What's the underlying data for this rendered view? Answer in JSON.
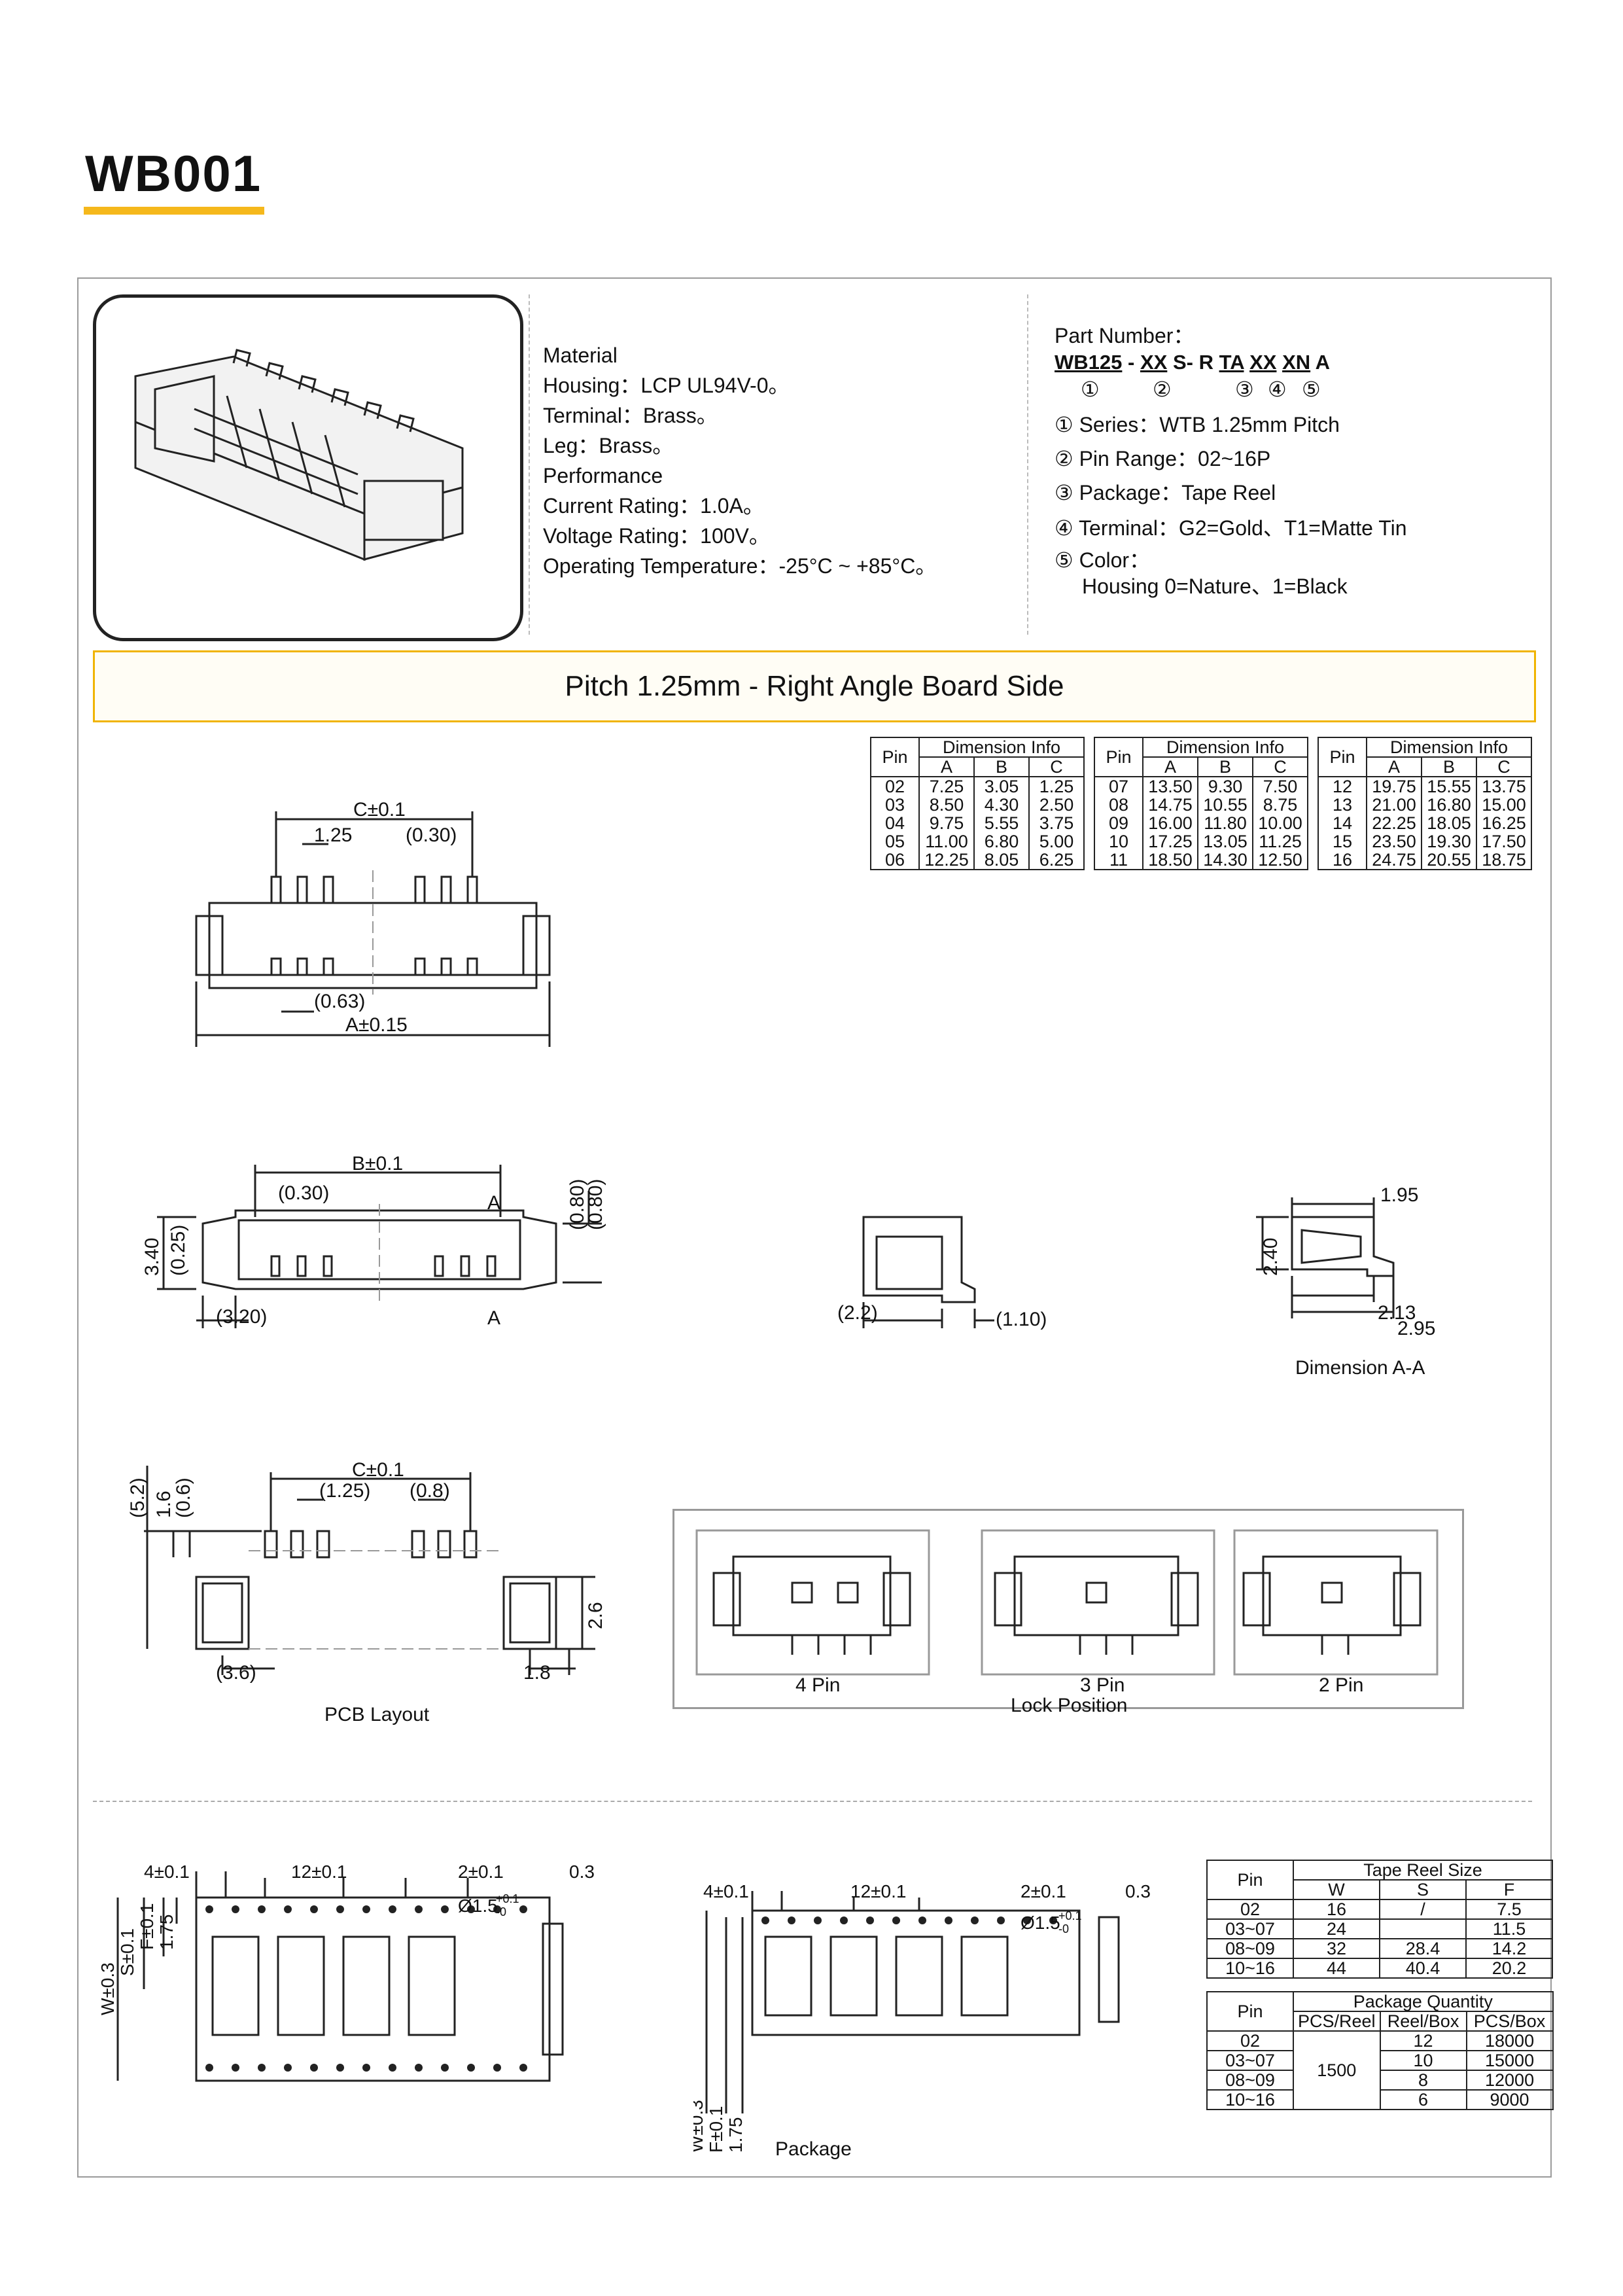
{
  "title": "WB001",
  "material": {
    "heading": "Material",
    "housing": "Housing：LCP UL94V-0。",
    "terminal": "Terminal：Brass。",
    "leg": "Leg：Brass。"
  },
  "performance": {
    "heading": "Performance",
    "current": "Current Rating：1.0A。",
    "voltage": "Voltage Rating：100V。",
    "temperature": "Operating Temperature：-25°C ~ +85°C。"
  },
  "part_number": {
    "heading": "Part Number：",
    "code_parts": [
      "WB125",
      "-",
      "XX",
      "S-",
      "R",
      "TA",
      "XX",
      "XN",
      "A"
    ],
    "markers": [
      "①",
      "②",
      "③",
      "④",
      "⑤"
    ],
    "series": "① Series：WTB 1.25mm Pitch",
    "pin_range": "② Pin Range：02~16P",
    "package": "③ Package：Tape Reel",
    "terminal": "④ Terminal：G2=Gold、T1=Matte Tin",
    "color": "⑤ Color：",
    "housing_color": "Housing 0=Nature、1=Black"
  },
  "banner": "Pitch 1.25mm - Right Angle Board Side",
  "dimension_tables": {
    "pin_header": "Pin",
    "group_header": "Dimension Info",
    "cols": [
      "A",
      "B",
      "C"
    ],
    "tables": [
      [
        [
          "02",
          "7.25",
          "3.05",
          "1.25"
        ],
        [
          "03",
          "8.50",
          "4.30",
          "2.50"
        ],
        [
          "04",
          "9.75",
          "5.55",
          "3.75"
        ],
        [
          "05",
          "11.00",
          "6.80",
          "5.00"
        ],
        [
          "06",
          "12.25",
          "8.05",
          "6.25"
        ]
      ],
      [
        [
          "07",
          "13.50",
          "9.30",
          "7.50"
        ],
        [
          "08",
          "14.75",
          "10.55",
          "8.75"
        ],
        [
          "09",
          "16.00",
          "11.80",
          "10.00"
        ],
        [
          "10",
          "17.25",
          "13.05",
          "11.25"
        ],
        [
          "11",
          "18.50",
          "14.30",
          "12.50"
        ]
      ],
      [
        [
          "12",
          "19.75",
          "15.55",
          "13.75"
        ],
        [
          "13",
          "21.00",
          "16.80",
          "15.00"
        ],
        [
          "14",
          "22.25",
          "18.05",
          "16.25"
        ],
        [
          "15",
          "23.50",
          "19.30",
          "17.50"
        ],
        [
          "16",
          "24.75",
          "20.55",
          "18.75"
        ]
      ]
    ]
  },
  "drawings": {
    "top": {
      "c": "C±0.1",
      "pitch": "1.25",
      "gap": "(0.30)",
      "offset": "(0.63)",
      "a": "A±0.15"
    },
    "front": {
      "b": "B±0.1",
      "gap": "(0.30)",
      "h1": "(0.80)",
      "h2": "(0.80)",
      "height": "3.40",
      "h3": "(0.25)",
      "w": "(3.20)",
      "sec": "A"
    },
    "side": {
      "d1": "(2.2)",
      "d2": "(1.10)"
    },
    "section": {
      "d1": "1.95",
      "d2": "2.40",
      "d3": "2.13",
      "d4": "2.95",
      "caption": "Dimension A-A"
    },
    "pcb": {
      "c": "C±0.1",
      "pitch": "(1.25)",
      "pad": "(0.8)",
      "v1": "(5.2)",
      "v2": "1.6",
      "v3": "(0.6)",
      "h": "2.6",
      "w1": "(3.6)",
      "w2": "1.8",
      "caption": "PCB Layout"
    },
    "lock": {
      "labels": [
        "4 Pin",
        "3 Pin",
        "2 Pin"
      ],
      "caption": "Lock Position"
    }
  },
  "tape_left": {
    "d1": "4±0.1",
    "d2": "12±0.1",
    "d3": "2±0.1",
    "d4": "0.3",
    "hole": "Ø1.5",
    "hole_tol": "+0.1",
    "hole_tol2": "-0",
    "w": "W±0.3",
    "s": "S±0.1",
    "f": "F±0.1",
    "t": "1.75"
  },
  "tape_right": {
    "d1": "4±0.1",
    "d2": "12±0.1",
    "d3": "2±0.1",
    "d4": "0.3",
    "hole": "Ø1.5",
    "hole_tol": "+0.1",
    "hole_tol2": "-0",
    "w": "W±0.3",
    "f": "F±0.1",
    "t": "1.75",
    "caption": "Package"
  },
  "tape_reel_table": {
    "pin_header": "Pin",
    "group_header": "Tape Reel Size",
    "cols": [
      "W",
      "S",
      "F"
    ],
    "rows": [
      [
        "02",
        "16",
        "/",
        "7.5"
      ],
      [
        "03~07",
        "24",
        "",
        "11.5"
      ],
      [
        "08~09",
        "32",
        "28.4",
        "14.2"
      ],
      [
        "10~16",
        "44",
        "40.4",
        "20.2"
      ]
    ]
  },
  "package_table": {
    "pin_header": "Pin",
    "group_header": "Package Quantity",
    "cols": [
      "PCS/Reel",
      "Reel/Box",
      "PCS/Box"
    ],
    "pcs_reel": "1500",
    "rows": [
      [
        "02",
        "12",
        "18000"
      ],
      [
        "03~07",
        "10",
        "15000"
      ],
      [
        "08~09",
        "8",
        "12000"
      ],
      [
        "10~16",
        "6",
        "9000"
      ]
    ]
  }
}
